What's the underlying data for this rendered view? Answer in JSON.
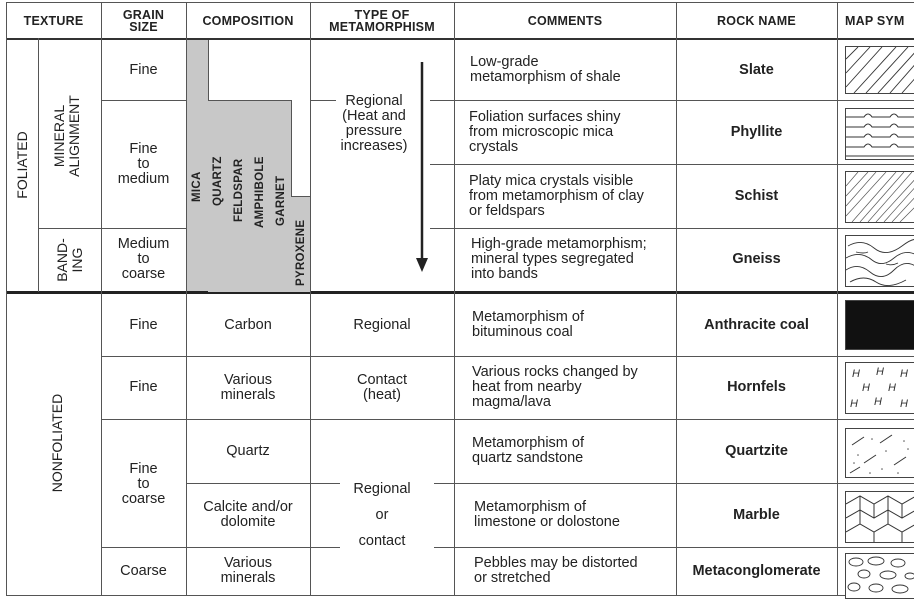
{
  "headers": {
    "texture": "TEXTURE",
    "grain_size": "GRAIN\nSIZE",
    "composition": "COMPOSITION",
    "metamorphism": "TYPE OF\nMETAMORPHISM",
    "comments": "COMMENTS",
    "rock_name": "ROCK NAME",
    "map_symbol": "MAP SYM"
  },
  "texture": {
    "foliated": "FOLIATED",
    "mineral_alignment": "MINERAL\nALIGNMENT",
    "banding": "BAND-\nING",
    "nonfoliated": "NONFOLIATED"
  },
  "composition_minerals": [
    "MICA",
    "QUARTZ",
    "FELDSPAR",
    "AMPHIBOLE",
    "GARNET",
    "PYROXENE"
  ],
  "foliated_metamorphism": "Regional\n(Heat and\npressure\nincreases)",
  "foliated_rows": [
    {
      "grain": "Fine",
      "comment": "Low-grade\nmetamorphism of shale",
      "rock": "Slate",
      "symbol": "diagonal-hatch"
    },
    {
      "grain": "Fine\nto\nmedium",
      "comment": "Foliation surfaces shiny\nfrom microscopic mica\ncrystals",
      "rock": "Phyllite",
      "symbol": "wavy-lines"
    },
    {
      "grain": "",
      "comment": "Platy mica crystals visible\nfrom metamorphism of clay\nor feldspars",
      "rock": "Schist",
      "symbol": "fine-diagonal"
    },
    {
      "grain": "Medium\nto\ncoarse",
      "comment": "High-grade metamorphism;\nmineral types segregated\ninto bands",
      "rock": "Gneiss",
      "symbol": "swirl-bands"
    }
  ],
  "nonfoliated_rows": [
    {
      "grain": "Fine",
      "composition": "Carbon",
      "metamorphism": "Regional",
      "comment": "Metamorphism of\nbituminous coal",
      "rock": "Anthracite coal",
      "symbol": "solid-black"
    },
    {
      "grain": "Fine",
      "composition": "Various\nminerals",
      "metamorphism": "Contact\n(heat)",
      "comment": "Various rocks changed by\nheat from nearby\nmagma/lava",
      "rock": "Hornfels",
      "symbol": "h-marks"
    },
    {
      "grain": "Fine\nto\ncoarse",
      "composition": "Quartz",
      "metamorphism": "",
      "comment": "Metamorphism of\nquartz sandstone",
      "rock": "Quartzite",
      "symbol": "dots-dashes"
    },
    {
      "grain": "",
      "composition": "Calcite and/or\ndolomite",
      "metamorphism": "Regional\nor\ncontact",
      "comment": "Metamorphism of\nlimestone or dolostone",
      "rock": "Marble",
      "symbol": "brick"
    },
    {
      "grain": "Coarse",
      "composition": "Various\nminerals",
      "metamorphism": "",
      "comment": "Pebbles may be distorted\nor stretched",
      "rock": "Metaconglomerate",
      "symbol": "pebbles"
    }
  ],
  "colors": {
    "bar_fill": "#c8c8c8",
    "line": "#555555",
    "black": "#111111"
  }
}
